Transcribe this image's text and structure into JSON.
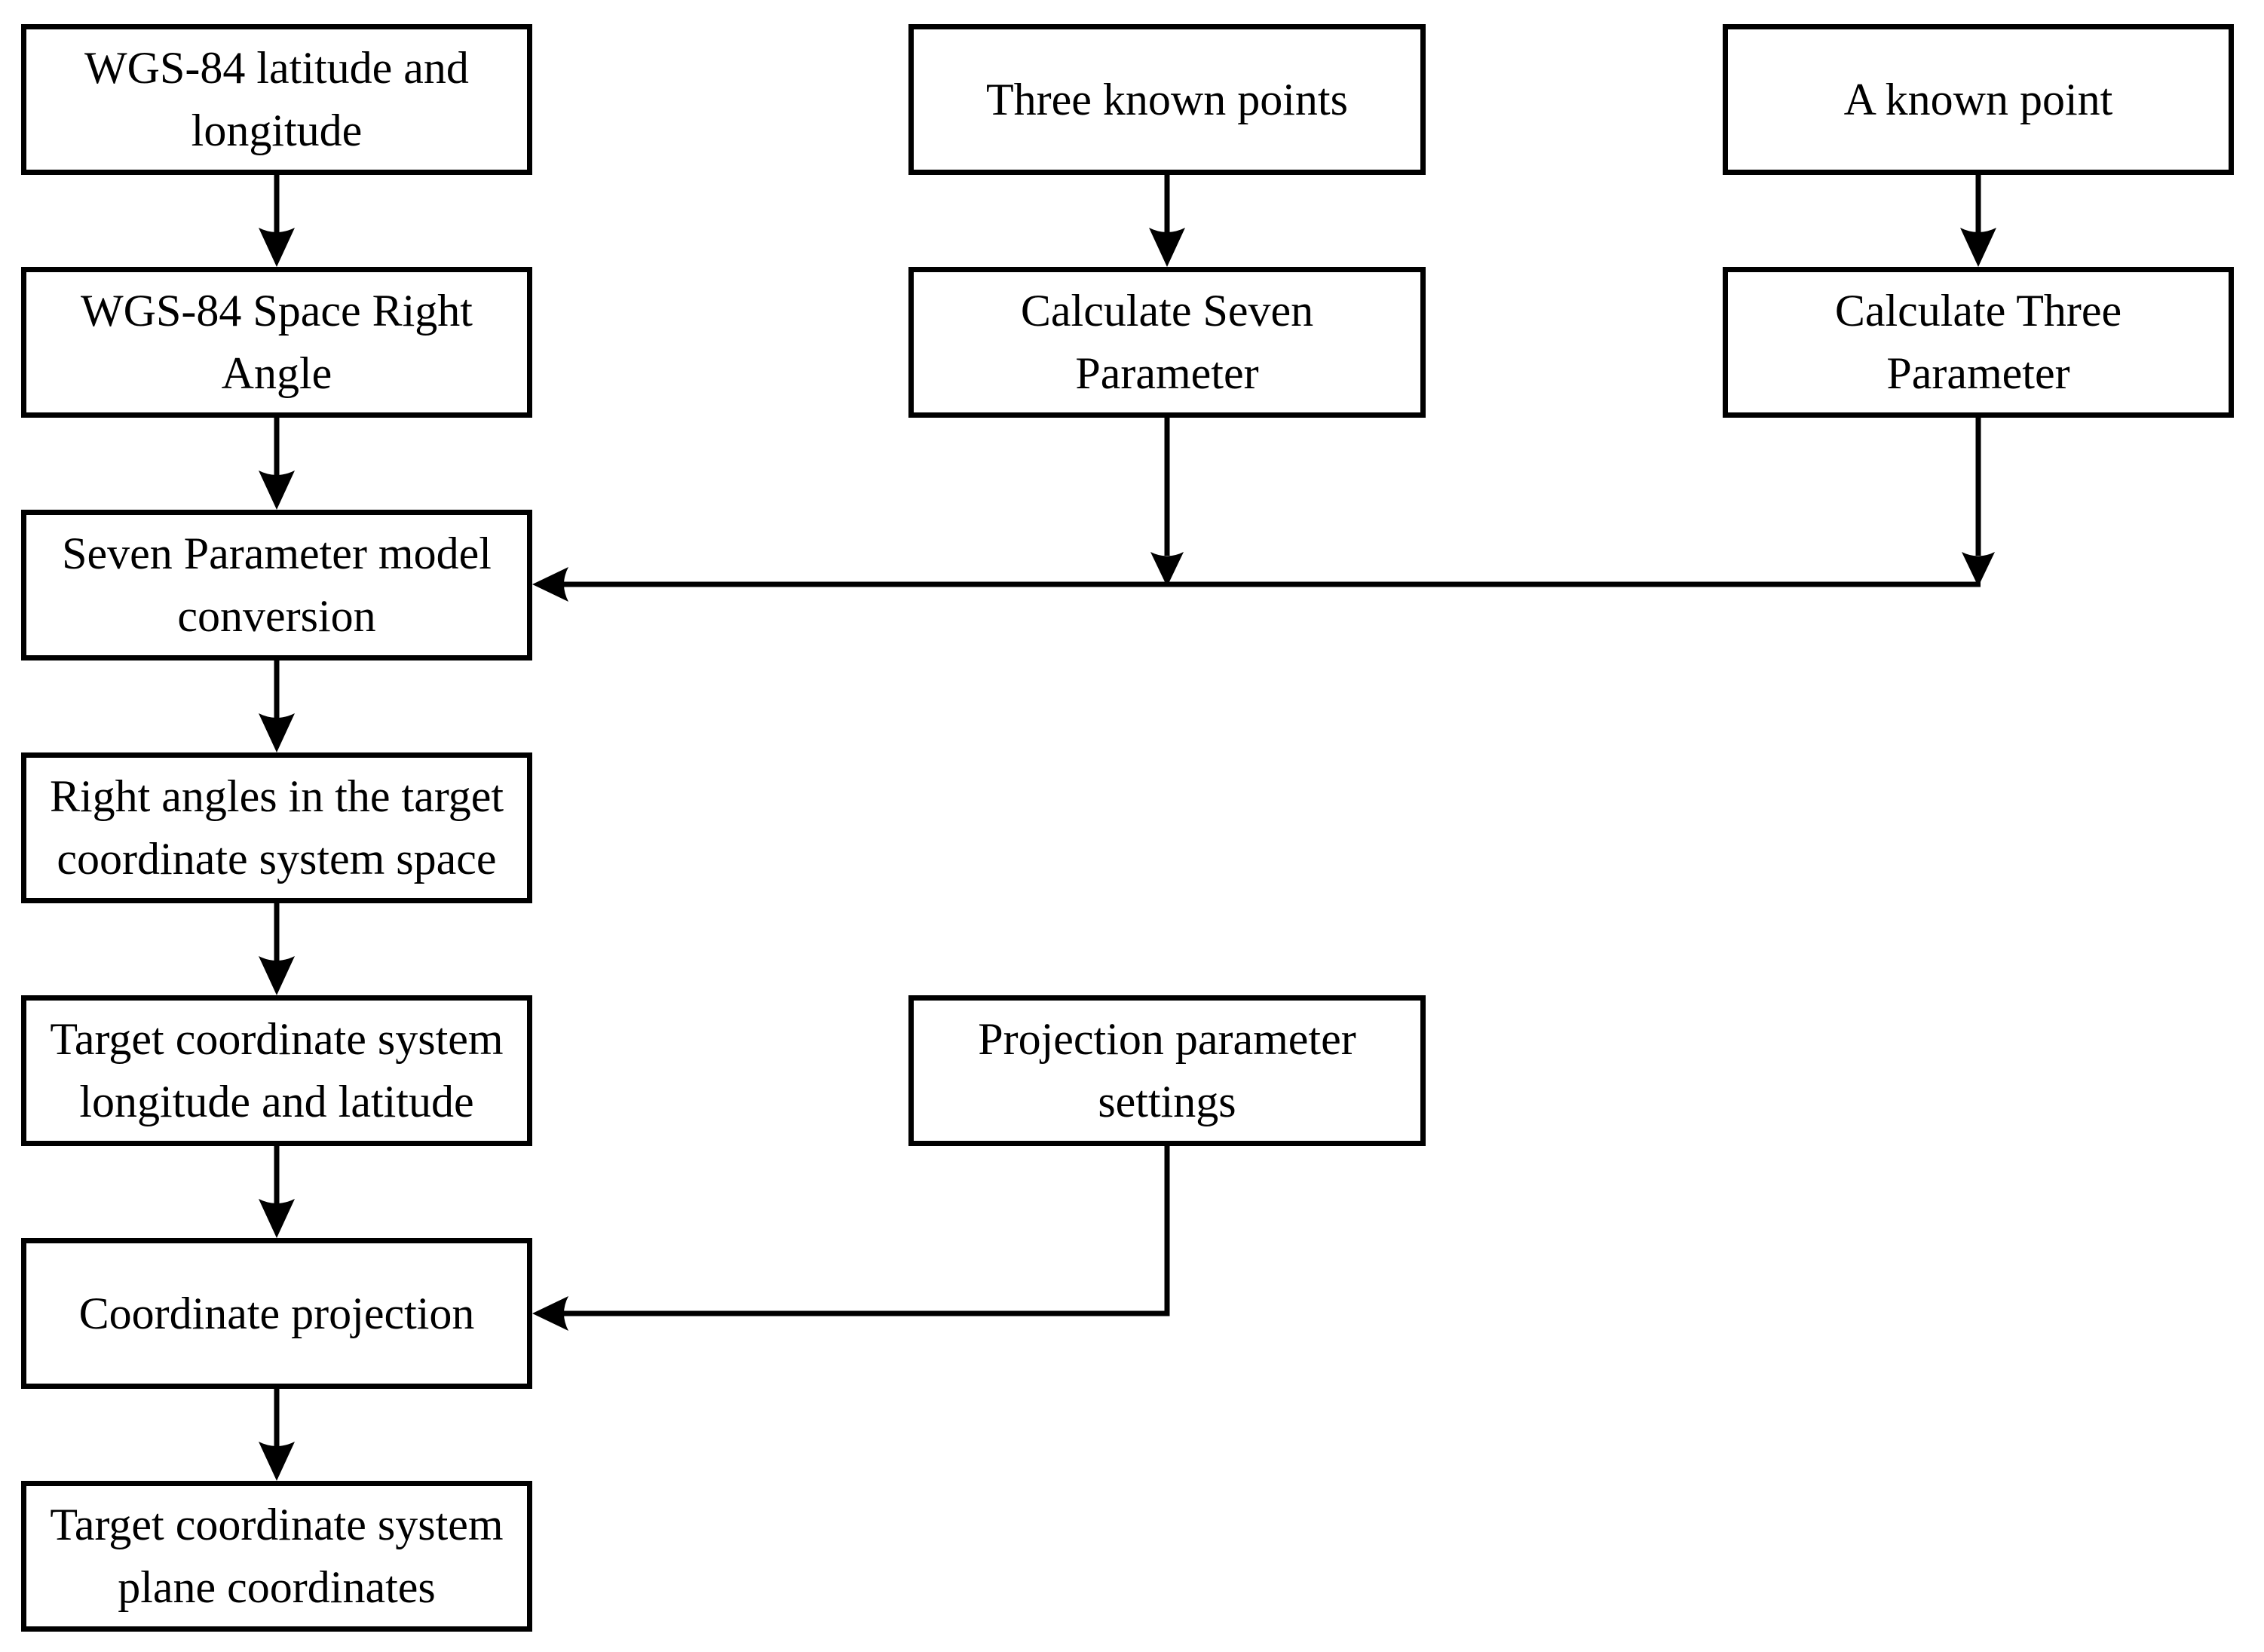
{
  "figure": {
    "type": "flowchart",
    "background_color": "#ffffff",
    "line_color": "#000000",
    "box_fill_color": "#ffffff",
    "text_color": "#000000",
    "nodes": {
      "left": [
        {
          "id": "wgs84-lat-lon",
          "label": "WGS-84 latitude and\nlongitude"
        },
        {
          "id": "wgs84-space-right-angle",
          "label": "WGS-84 Space Right\nAngle"
        },
        {
          "id": "seven-parameter-model-conversion",
          "label": "Seven Parameter model\nconversion"
        },
        {
          "id": "right-angles-target-space",
          "label": "Right angles in the target\ncoordinate system space"
        },
        {
          "id": "target-longitude-latitude",
          "label": "Target coordinate system\nlongitude and latitude"
        },
        {
          "id": "coordinate-projection",
          "label": "Coordinate projection"
        },
        {
          "id": "target-plane-coordinates",
          "label": "Target coordinate system\nplane coordinates"
        }
      ],
      "middle": [
        {
          "id": "three-known-points",
          "label": "Three known points"
        },
        {
          "id": "calculate-seven-parameter",
          "label": "Calculate Seven\nParameter"
        },
        {
          "id": "projection-parameter-settings",
          "label": "Projection parameter\nsettings"
        }
      ],
      "right": [
        {
          "id": "a-known-point",
          "label": "A known point"
        },
        {
          "id": "calculate-three-parameter",
          "label": "Calculate Three\nParameter"
        }
      ]
    },
    "edges": [
      {
        "from": "wgs84-lat-lon",
        "to": "wgs84-space-right-angle"
      },
      {
        "from": "wgs84-space-right-angle",
        "to": "seven-parameter-model-conversion"
      },
      {
        "from": "seven-parameter-model-conversion",
        "to": "right-angles-target-space"
      },
      {
        "from": "right-angles-target-space",
        "to": "target-longitude-latitude"
      },
      {
        "from": "target-longitude-latitude",
        "to": "coordinate-projection"
      },
      {
        "from": "coordinate-projection",
        "to": "target-plane-coordinates"
      },
      {
        "from": "three-known-points",
        "to": "calculate-seven-parameter"
      },
      {
        "from": "a-known-point",
        "to": "calculate-three-parameter"
      },
      {
        "from": "calculate-seven-parameter",
        "to": "seven-parameter-model-conversion"
      },
      {
        "from": "calculate-three-parameter",
        "to": "seven-parameter-model-conversion"
      },
      {
        "from": "projection-parameter-settings",
        "to": "coordinate-projection"
      }
    ]
  }
}
